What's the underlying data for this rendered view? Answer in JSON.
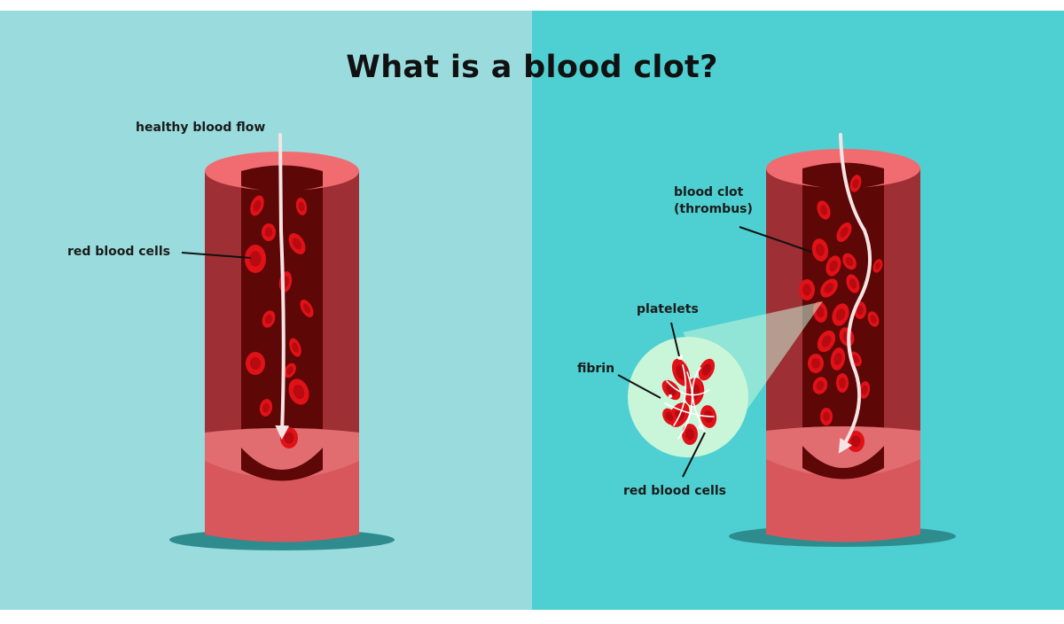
{
  "title": "What is a blood clot?",
  "labels": {
    "healthy_flow": "healthy blood flow",
    "red_cells_left": "red blood cells",
    "clot_line1": "blood clot",
    "clot_line2": "(thrombus)",
    "platelets": "platelets",
    "fibrin": "fibrin",
    "red_cells_right": "red blood cells"
  },
  "colors": {
    "left_background": "#9ADCDD",
    "right_background": "#4ED0D2",
    "vessel_wall": "#C14A4F",
    "vessel_top": "#F06C70",
    "vessel_inner": "#5E0707",
    "red_cell": "#E01218",
    "zoom_circle": "#C9F6D9",
    "shadow": "#2E8C8F"
  }
}
